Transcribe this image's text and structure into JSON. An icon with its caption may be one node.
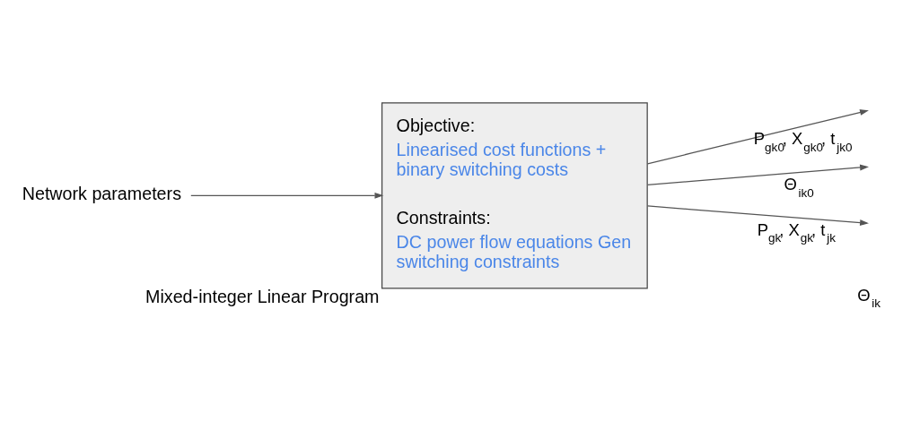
{
  "diagram": {
    "nodes": [
      {
        "text": [
          "Network parameters"
        ]
      },
      {
        "text": [
          "Objective:",
          "Linearised cost functions + binary switching costs",
          "Constraints:",
          "DC power flow equations Gen switching constraints"
        ],
        "beside": [
          "Mixed-integer Linear Program"
        ]
      }
    ],
    "edges": [
      {
        "from": 0,
        "to": 1,
        "arrow": "to"
      },
      {
        "from": 1,
        "to": null,
        "arrow": "to",
        "label": "P$_{gk0}$, X$_{gk0}$, t$_{jk0}$"
      },
      {
        "from": 1,
        "to": null,
        "arrow": "to",
        "label": "Θ$_{ik0}$"
      },
      {
        "from": 1,
        "to": null,
        "arrow": "to",
        "label": "P$_{gk}$, X$_{gk}$, t$_{jk}$"
      }
    ],
    "labels": [
      "Θ$_{ik}$"
    ]
  }
}
